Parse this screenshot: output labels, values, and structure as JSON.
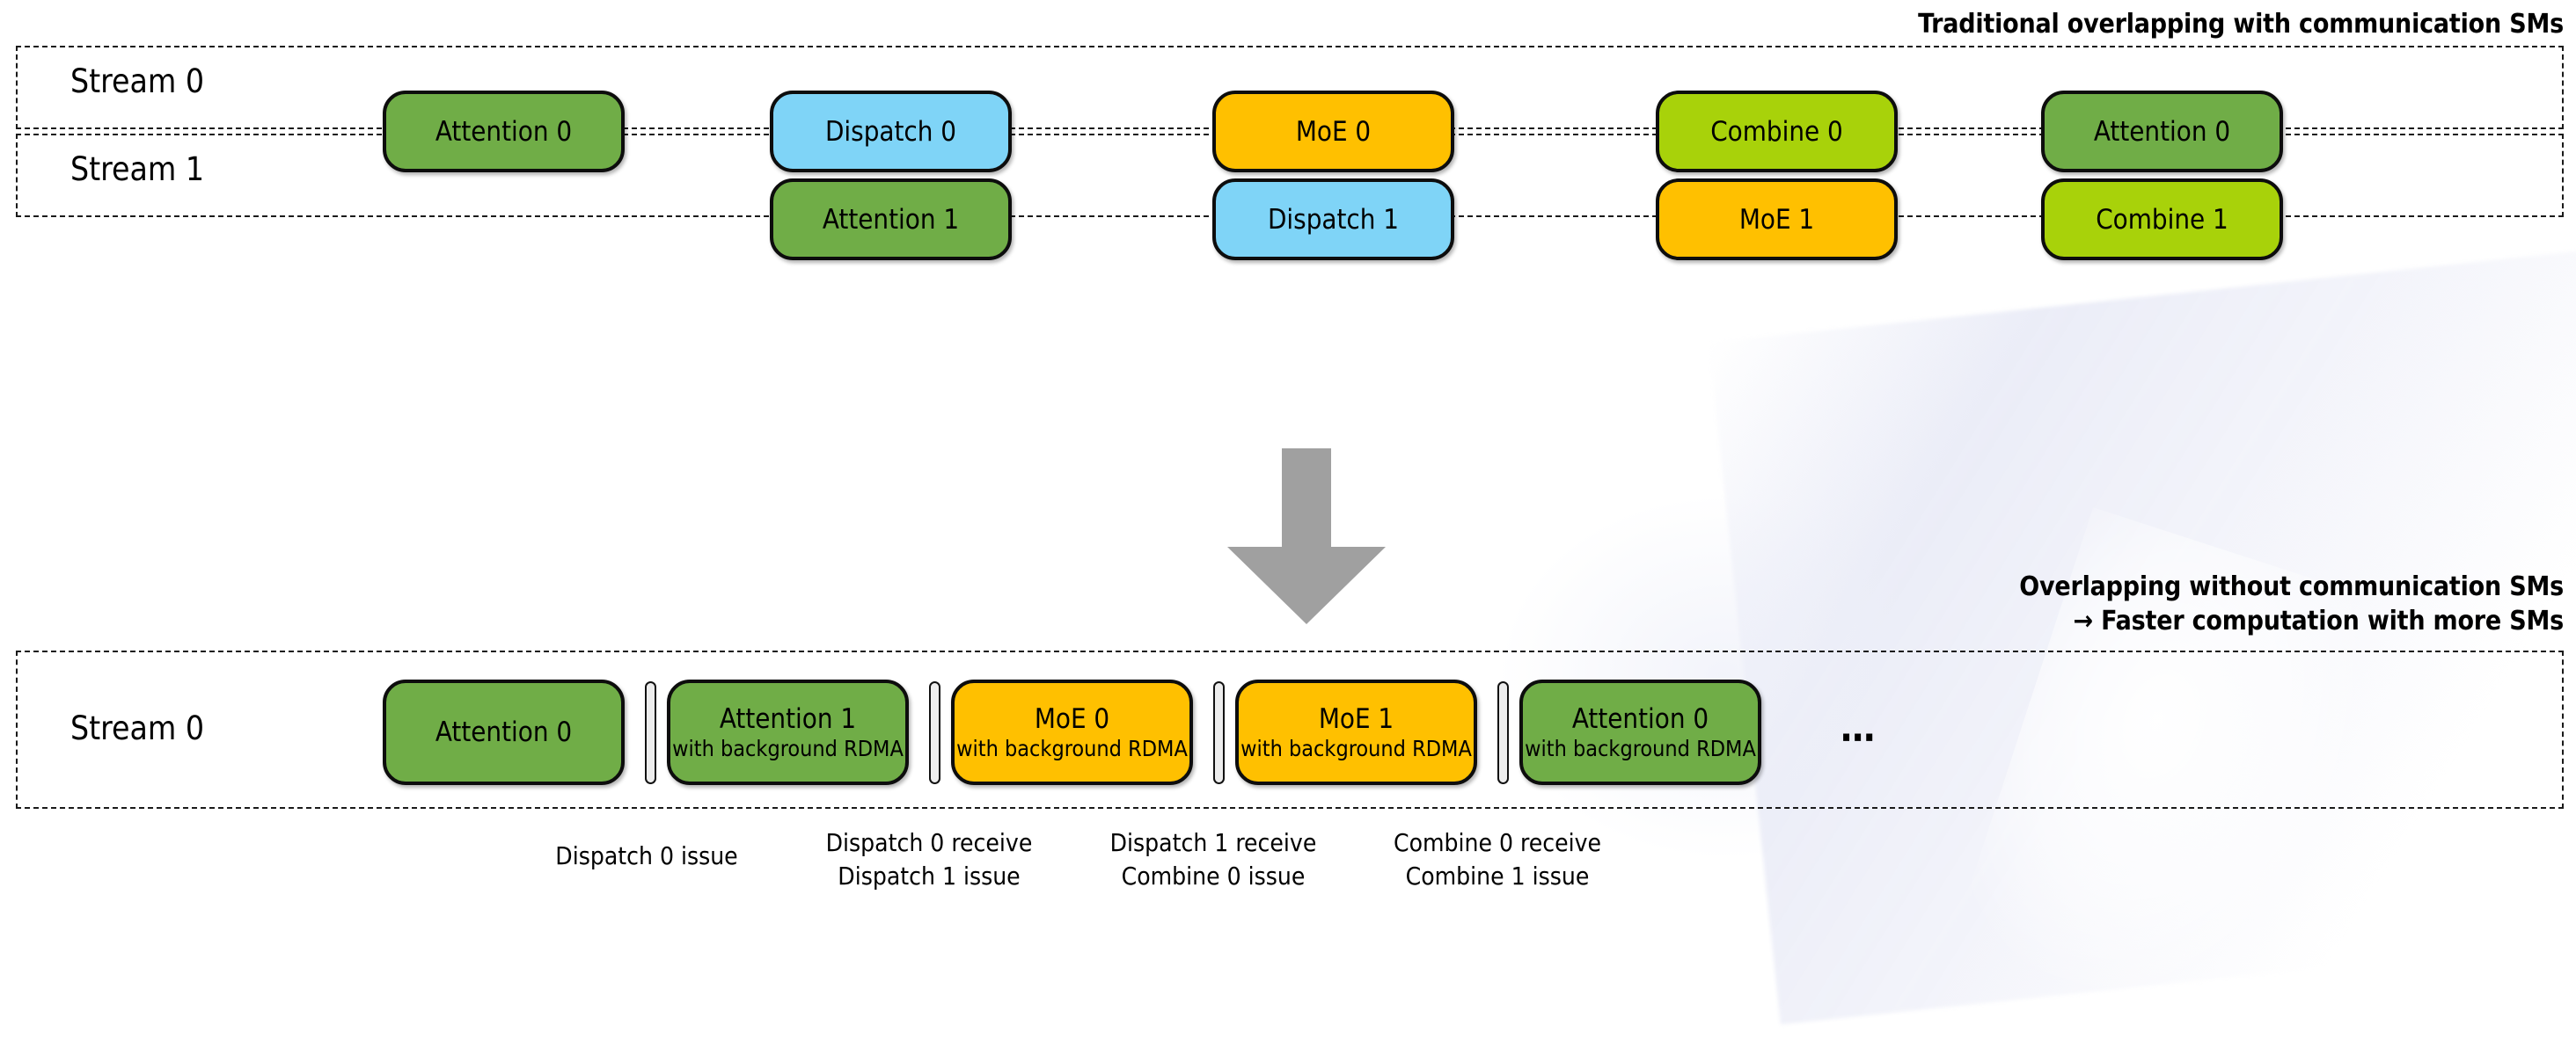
{
  "figure": {
    "title_top": "Traditional overlapping with communication SMs",
    "title_bottom_line1": "Overlapping without communication SMs",
    "title_bottom_line2": "→ Faster computation with more SMs",
    "ellipsis": "⋯",
    "arrow_icon": "down-arrow-icon"
  },
  "colors": {
    "attention": "#70AD47",
    "dispatch": "#7FD4F7",
    "moe": "#FFC000",
    "combine": "#A8D20A",
    "arrow": "#A0A0A0",
    "separator": "#EDEDED",
    "outline": "#0D0D0D"
  },
  "top_section": {
    "lanes": [
      {
        "label": "Stream 0",
        "blocks": [
          {
            "title": "Attention 0",
            "kind": "attention"
          },
          {
            "title": "Dispatch 0",
            "kind": "dispatch"
          },
          {
            "title": "MoE 0",
            "kind": "moe"
          },
          {
            "title": "Combine 0",
            "kind": "combine"
          },
          {
            "title": "Attention 0",
            "kind": "attention"
          }
        ]
      },
      {
        "label": "Stream 1",
        "blocks": [
          {
            "title": "Attention 1",
            "kind": "attention"
          },
          {
            "title": "Dispatch 1",
            "kind": "dispatch"
          },
          {
            "title": "MoE 1",
            "kind": "moe"
          },
          {
            "title": "Combine 1",
            "kind": "combine"
          }
        ]
      }
    ]
  },
  "bottom_section": {
    "lane": {
      "label": "Stream 0",
      "blocks": [
        {
          "title": "Attention 0",
          "subtitle": "",
          "kind": "attention"
        },
        {
          "title": "Attention 1",
          "subtitle": "with background RDMA",
          "kind": "attention"
        },
        {
          "title": "MoE 0",
          "subtitle": "with background RDMA",
          "kind": "moe"
        },
        {
          "title": "MoE 1",
          "subtitle": "with background RDMA",
          "kind": "moe"
        },
        {
          "title": "Attention 0",
          "subtitle": "with background RDMA",
          "kind": "attention"
        }
      ]
    },
    "captions": [
      {
        "lines": [
          "Dispatch 0 issue"
        ]
      },
      {
        "lines": [
          "Dispatch 0 receive",
          "Dispatch 1 issue"
        ]
      },
      {
        "lines": [
          "Dispatch 1 receive",
          "Combine 0 issue"
        ]
      },
      {
        "lines": [
          "Combine 0 receive",
          "Combine 1 issue"
        ]
      }
    ]
  }
}
